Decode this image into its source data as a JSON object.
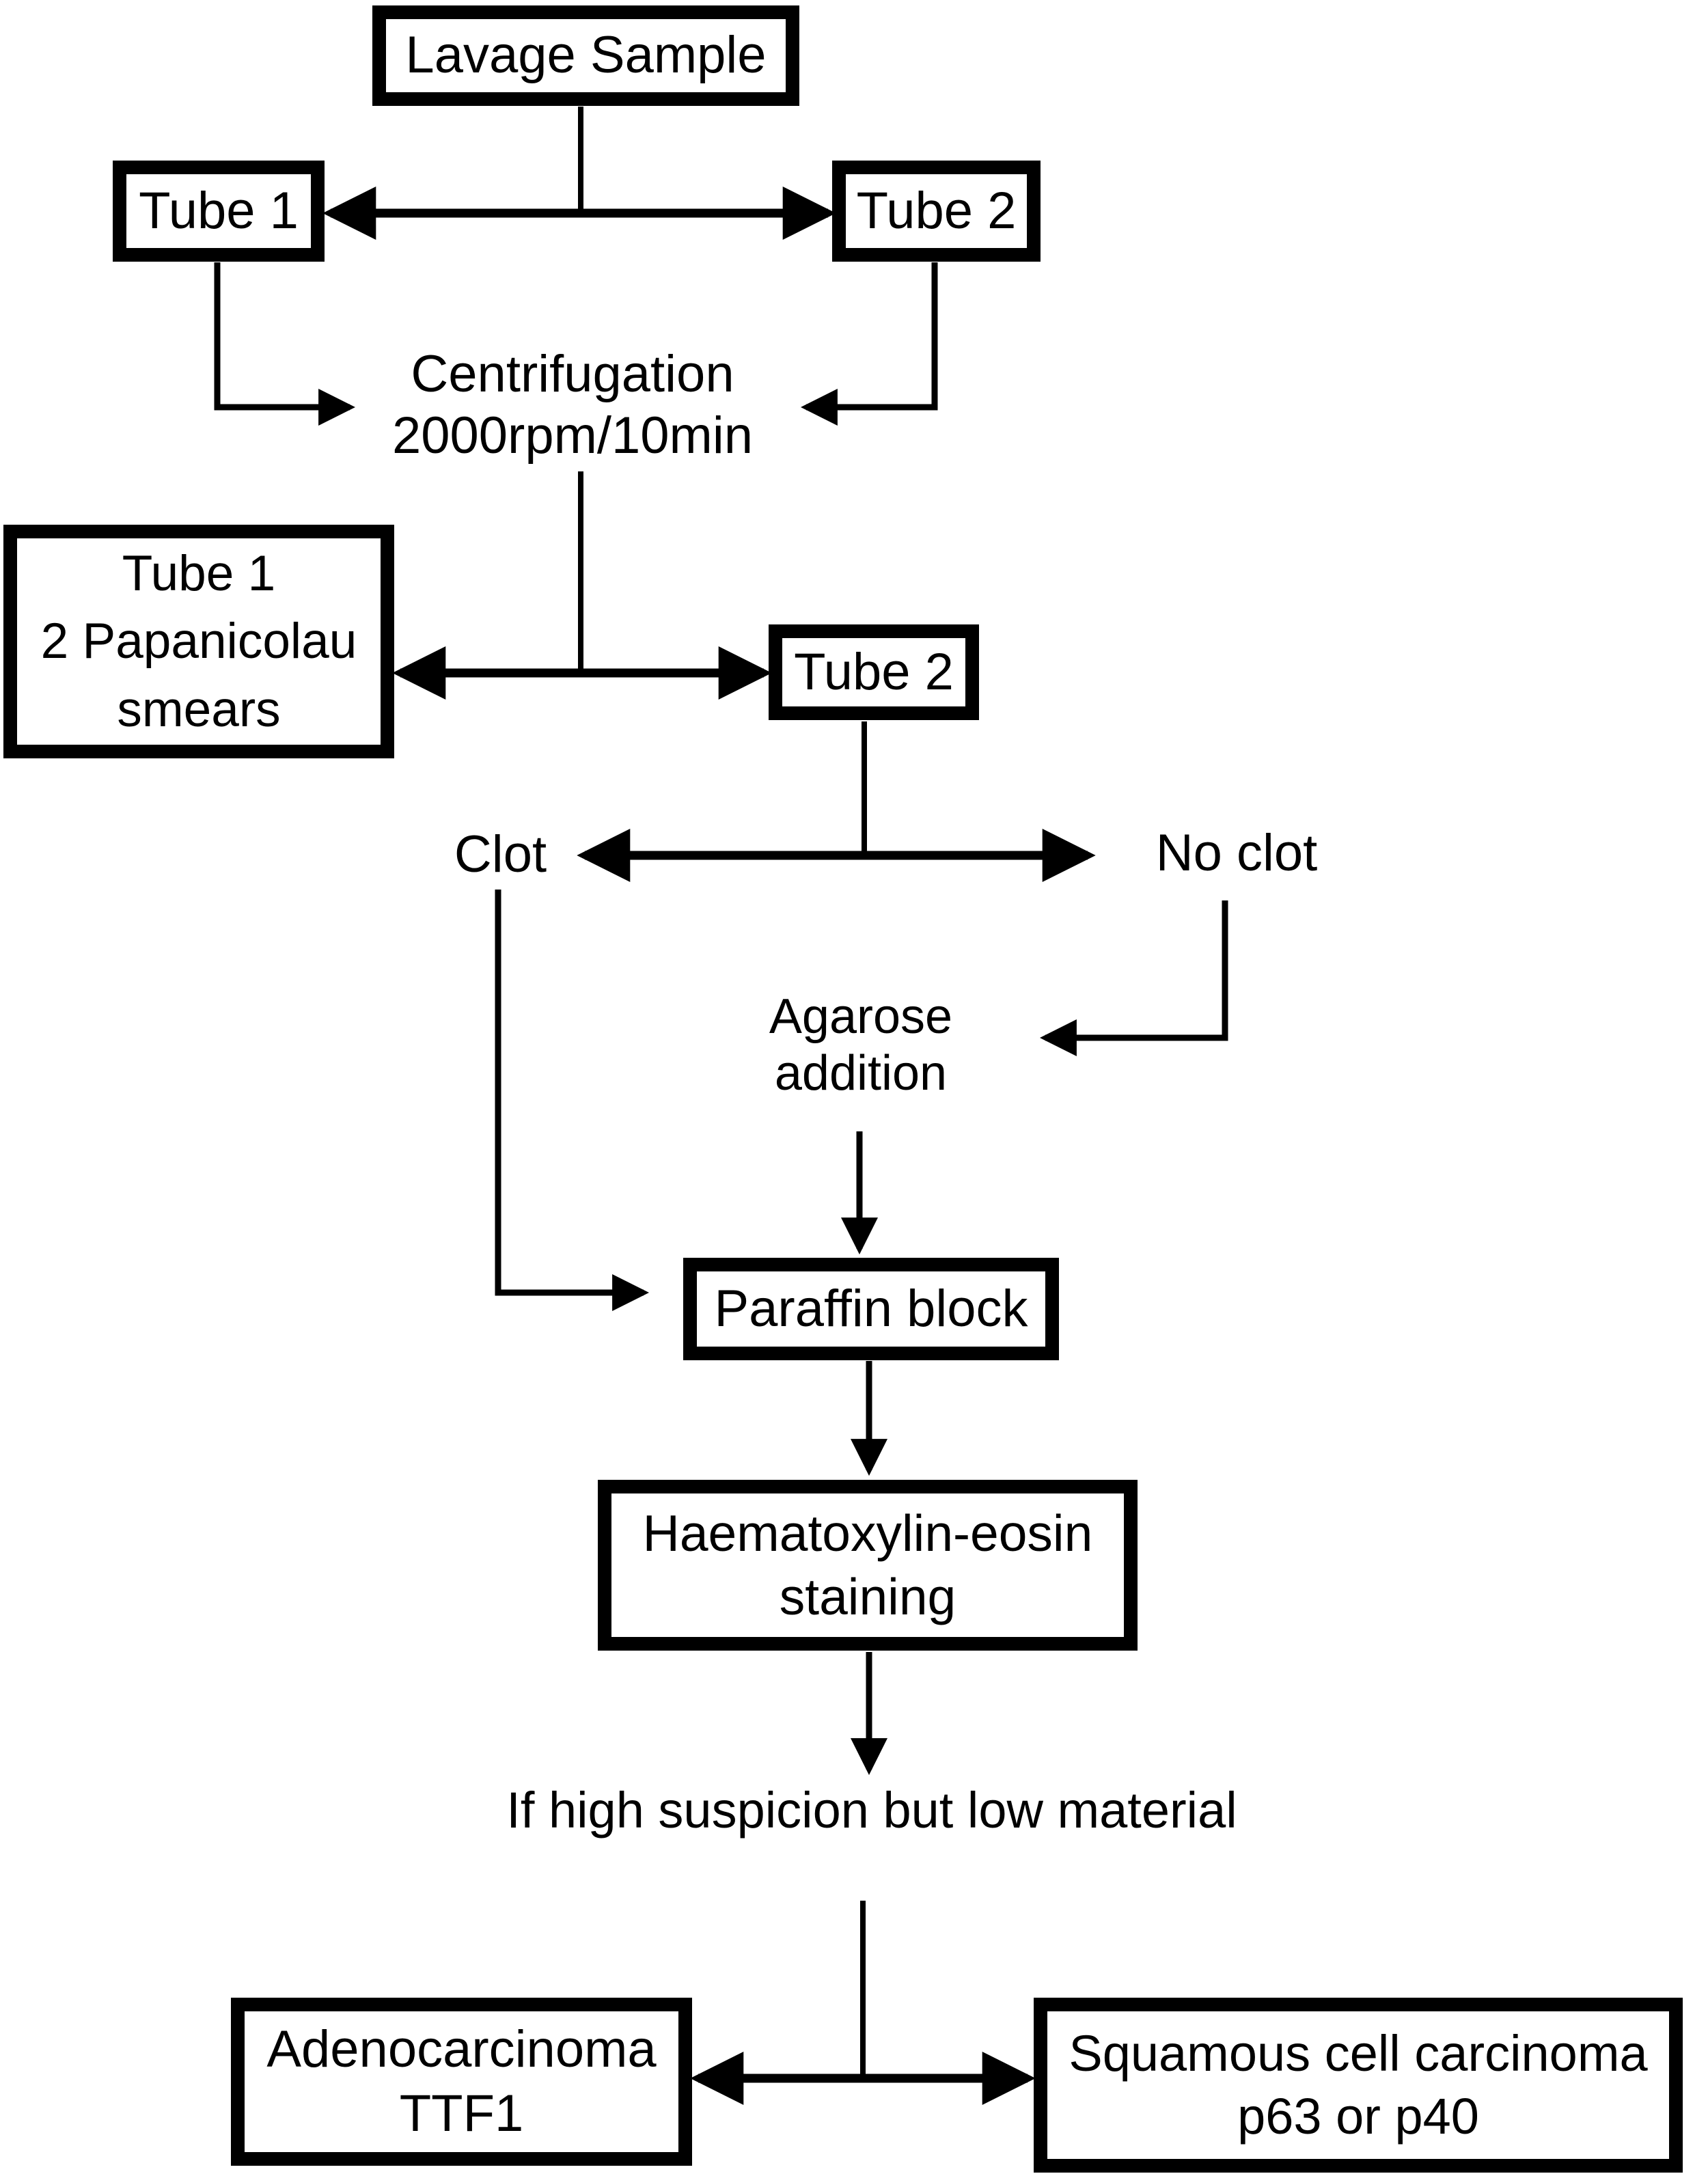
{
  "flowchart": {
    "title": "Lavage sample processing flowchart",
    "colors": {
      "background": "#ffffff",
      "line": "#000000",
      "box_border": "#000000",
      "text": "#000000"
    },
    "nodes": {
      "lavage_sample": {
        "label": "Lavage Sample",
        "boxed": true
      },
      "tube1": {
        "label": "Tube 1",
        "boxed": true
      },
      "tube2": {
        "label": "Tube 2",
        "boxed": true
      },
      "centrifugation": {
        "label": "Centrifugation\n2000rpm/10min",
        "boxed": false
      },
      "tube1_papanicolau": {
        "label": "Tube 1\n2 Papanicolau\nsmears",
        "boxed": true
      },
      "tube2_after": {
        "label": "Tube 2",
        "boxed": true
      },
      "clot": {
        "label": "Clot",
        "boxed": false
      },
      "no_clot": {
        "label": "No clot",
        "boxed": false
      },
      "agarose": {
        "label": "Agarose\naddition",
        "boxed": false
      },
      "paraffin_block": {
        "label": "Paraffin block",
        "boxed": true
      },
      "haematoxylin": {
        "label": "Haematoxylin-eosin\nstaining",
        "boxed": true
      },
      "condition": {
        "label": "If high suspicion but low material",
        "boxed": false
      },
      "adenocarcinoma": {
        "label": "Adenocarcinoma\nTTF1",
        "boxed": true
      },
      "squamous": {
        "label": "Squamous cell carcinoma\np63 or p40",
        "boxed": true
      }
    },
    "edges": [
      {
        "from": "lavage_sample",
        "to": [
          "tube1",
          "tube2"
        ],
        "type": "double-arrow-split"
      },
      {
        "from": "tube1",
        "to": "centrifugation",
        "type": "arrow"
      },
      {
        "from": "tube2",
        "to": "centrifugation",
        "type": "arrow"
      },
      {
        "from": "centrifugation",
        "to": [
          "tube1_papanicolau",
          "tube2_after"
        ],
        "type": "double-arrow-split"
      },
      {
        "from": "tube2_after",
        "to": [
          "clot",
          "no_clot"
        ],
        "type": "double-arrow-split"
      },
      {
        "from": "no_clot",
        "to": "agarose",
        "type": "arrow"
      },
      {
        "from": "agarose",
        "to": "paraffin_block",
        "type": "arrow"
      },
      {
        "from": "clot",
        "to": "paraffin_block",
        "type": "arrow"
      },
      {
        "from": "paraffin_block",
        "to": "haematoxylin",
        "type": "arrow"
      },
      {
        "from": "haematoxylin",
        "to": "condition",
        "type": "arrow"
      },
      {
        "from": "condition",
        "to": [
          "adenocarcinoma",
          "squamous"
        ],
        "type": "double-arrow-split"
      }
    ]
  }
}
